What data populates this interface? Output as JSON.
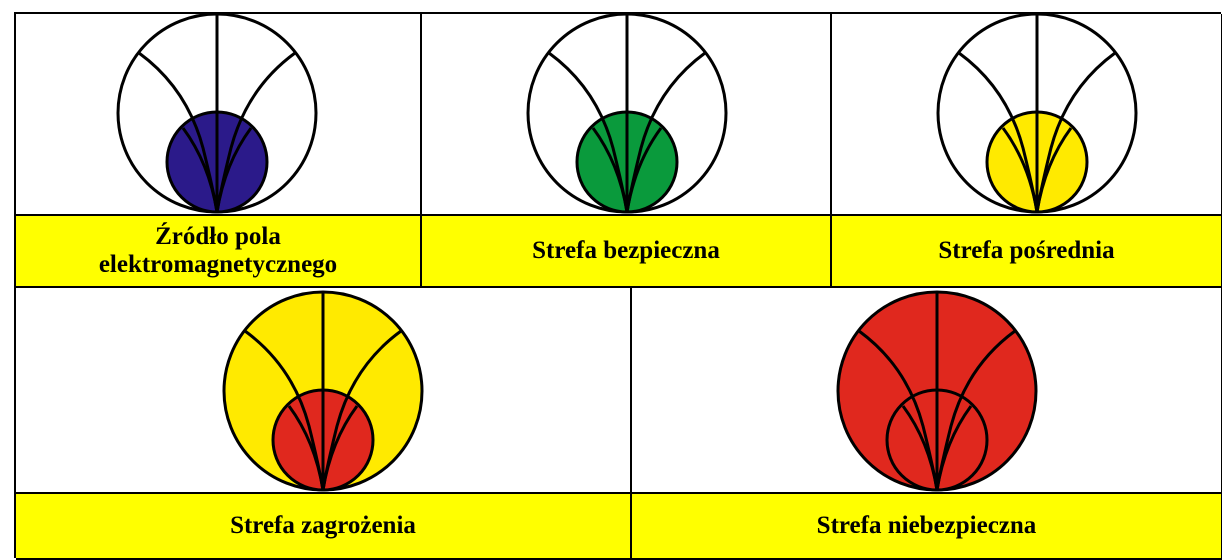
{
  "zones": [
    {
      "id": "source",
      "label_lines": [
        "Źródło pola",
        "elektromagnetycznego"
      ],
      "outer_fill": "#ffffff",
      "inner_fill": "#2b1a8a",
      "icon": "em-field-source-icon"
    },
    {
      "id": "safe",
      "label_lines": [
        "Strefa bezpieczna"
      ],
      "outer_fill": "#ffffff",
      "inner_fill": "#0a9a3c",
      "icon": "em-safe-zone-icon"
    },
    {
      "id": "intermediate",
      "label_lines": [
        "Strefa pośrednia"
      ],
      "outer_fill": "#ffffff",
      "inner_fill": "#ffea00",
      "icon": "em-intermediate-zone-icon"
    },
    {
      "id": "threat",
      "label_lines": [
        "Strefa zagrożenia"
      ],
      "outer_fill": "#ffea00",
      "inner_fill": "#e0281e",
      "icon": "em-threat-zone-icon"
    },
    {
      "id": "danger",
      "label_lines": [
        "Strefa niebezpieczna"
      ],
      "outer_fill": "#e0281e",
      "inner_fill": "#e0281e",
      "icon": "em-danger-zone-icon"
    }
  ],
  "colors": {
    "label_background": "#ffff00",
    "border": "#000000"
  }
}
